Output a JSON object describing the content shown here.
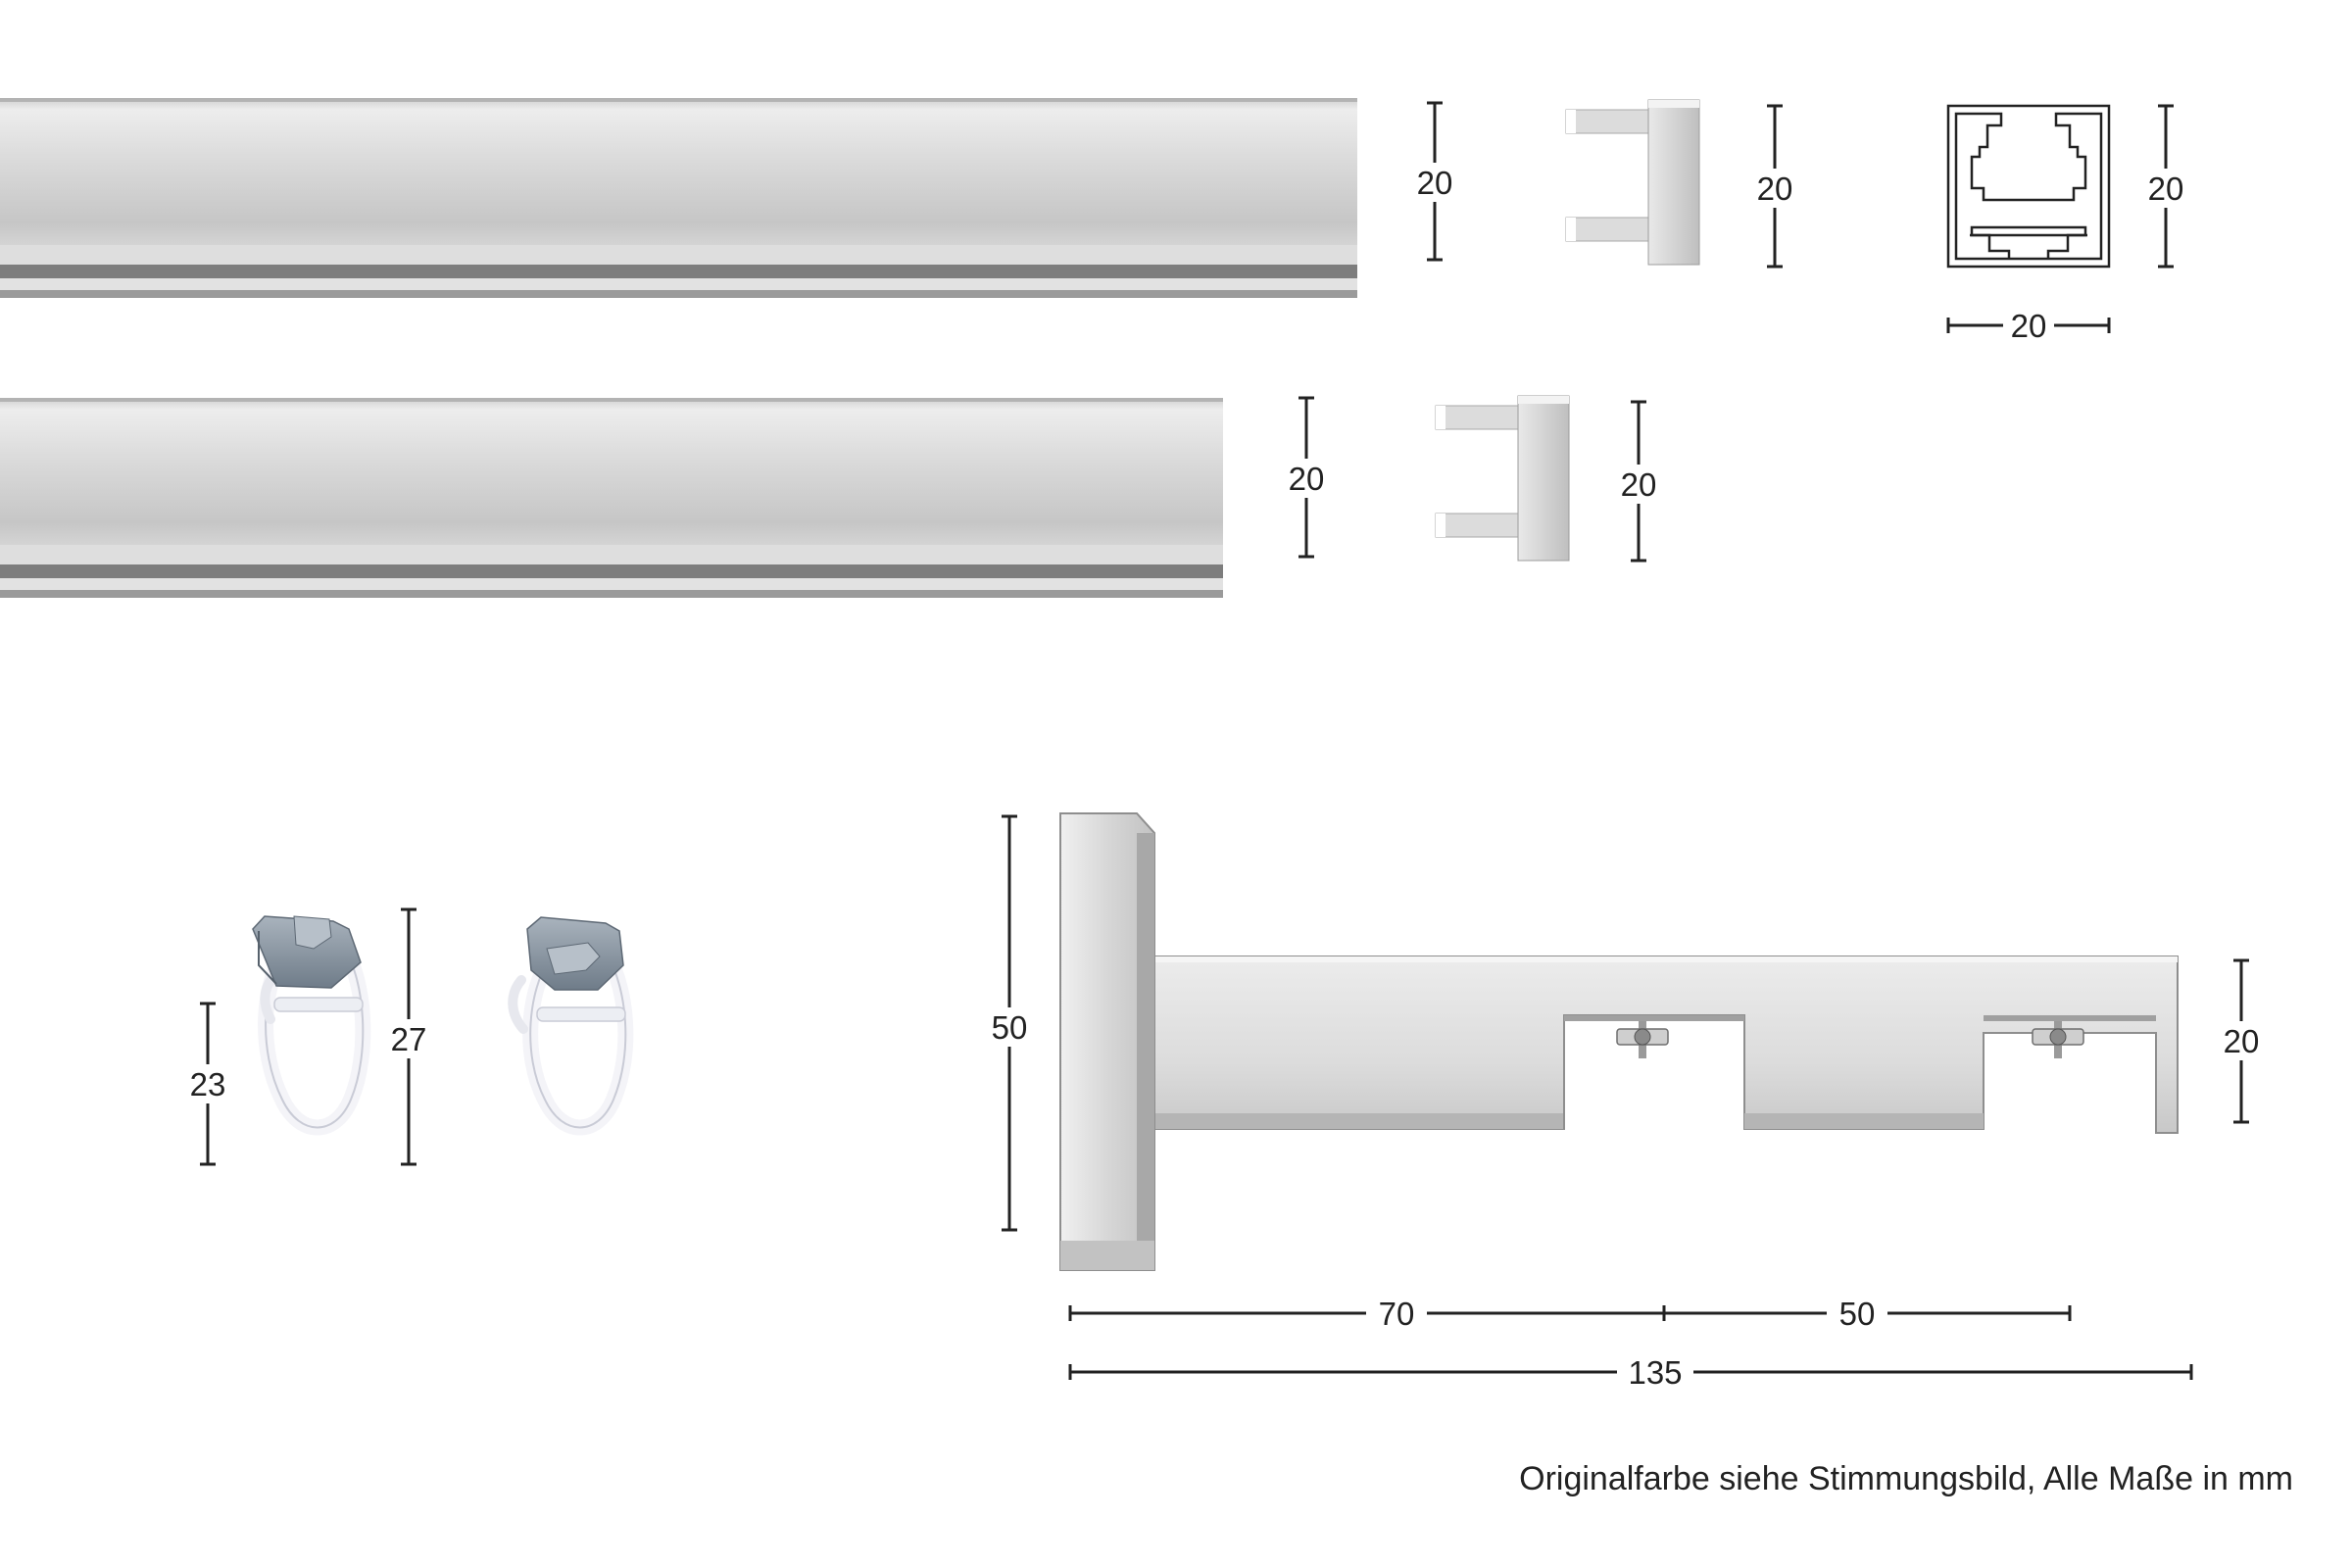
{
  "dimensions": {
    "rail_top_height": "20",
    "cap_top_height": "20",
    "profile_height": "20",
    "profile_width": "20",
    "rail_bottom_height": "20",
    "cap_bottom_height": "20",
    "glider_short_height": "23",
    "glider_total_height": "27",
    "bracket_plate_height": "50",
    "bracket_arm_height": "20",
    "bracket_first_offset": "70",
    "bracket_second_offset": "50",
    "bracket_total_depth": "135"
  },
  "footnote": "Originalfarbe siehe Stimmungsbild, Alle Maße in mm",
  "colors": {
    "steel_light": "#e6e6e6",
    "steel_mid": "#c4c4c4",
    "steel_dark": "#8e8e8e",
    "plastic": "#f4f4f8",
    "clip_metal": "#8e9aa6",
    "ink": "#222222"
  }
}
